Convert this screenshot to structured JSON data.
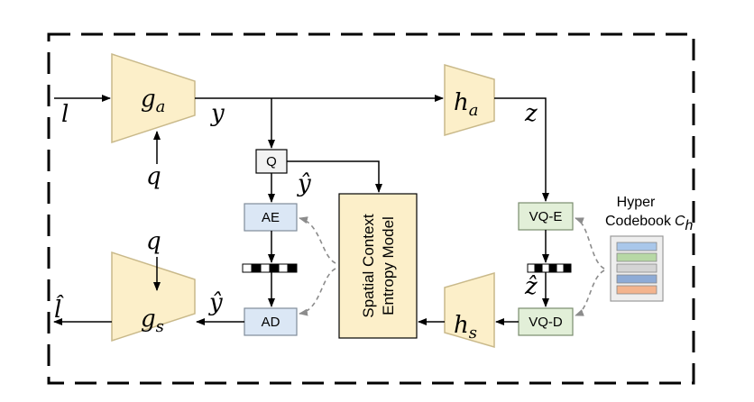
{
  "blocks": {
    "ga": {
      "base": "g",
      "sub": "a"
    },
    "gs": {
      "base": "g",
      "sub": "s"
    },
    "ha": {
      "base": "h",
      "sub": "a"
    },
    "hs": {
      "base": "h",
      "sub": "s"
    },
    "q_box": "Q",
    "ae": "AE",
    "ad": "AD",
    "vqe": "VQ-E",
    "vqd": "VQ-D",
    "entropy_model": [
      "Spatial Context",
      "Entropy Model"
    ]
  },
  "signals": {
    "input": "l",
    "output": "l̂",
    "y": "y",
    "y_hat_top": "ŷ",
    "y_hat_bottom": "ŷ",
    "z": "z",
    "z_hat": "ẑ",
    "q_top": "q",
    "q_bottom": "q"
  },
  "codebook": {
    "title": "Hyper",
    "subtitle": "Codebook",
    "symbol": "C",
    "symbol_sub": "h",
    "stripe_colors": [
      "#a9c7ea",
      "#b7d8a5",
      "#d4d4d4",
      "#8eabd6",
      "#f3b48e"
    ]
  },
  "colors": {
    "transform_fill": "#fcefc9",
    "transform_stroke": "#c9b98a",
    "coder_fill": "#dbe7f5",
    "coder_stroke": "#7f8c99",
    "vq_fill": "#e2efd8",
    "vq_stroke": "#7a8c6e",
    "entropy_fill": "#fcefc9",
    "q_fill": "#f2f2f2"
  }
}
